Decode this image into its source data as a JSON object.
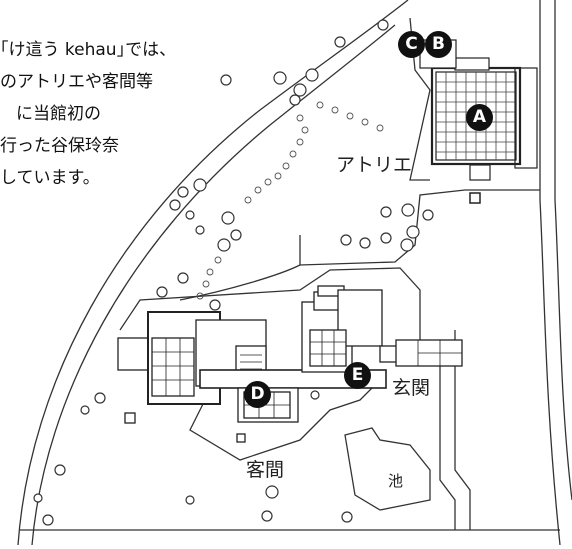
{
  "intro_lines": [
    "｢け這う kehau｣では、",
    "のアトリエや客間等",
    "に当館初の",
    "行った谷保玲奈",
    "しています。"
  ],
  "places": {
    "atelier": "アトリエ",
    "entrance": "玄関",
    "guest_room": "客間",
    "pond": "池"
  },
  "markers": {
    "a": "A",
    "b": "B",
    "c": "C",
    "d": "D",
    "e": "E"
  }
}
